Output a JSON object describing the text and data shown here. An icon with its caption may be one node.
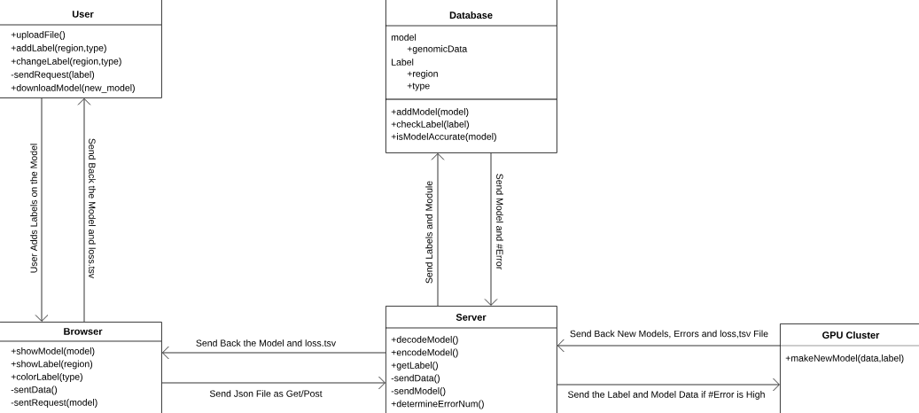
{
  "diagram": {
    "nodes": [
      {
        "text": [
          "User",
          "+uploadFile()",
          "+addLabel(region,type)",
          "+changeLabel(region,type)",
          "-sendRequest(label)",
          "+downloadModel(new_model)"
        ]
      },
      {
        "text": [
          "Database",
          "model",
          "+genomicData",
          "Label",
          "+region",
          "+type",
          "+addModel(model)",
          "+checkLabel(label)",
          "+isModelAccurate(model)"
        ]
      },
      {
        "text": [
          "Browser",
          "+showModel(model)",
          "+showLabel(region)",
          "+colorLabel(type)",
          "-sentData()",
          "-sentRequest(model)"
        ]
      },
      {
        "text": [
          "Server",
          "+decodeModel()",
          "+encodeModel()",
          "+getLabel()",
          "-sendData()",
          "-sendModel()",
          "+determineErrorNum()"
        ]
      },
      {
        "text": [
          "GPU Cluster",
          "+makeNewModel(data,label)"
        ]
      }
    ],
    "edges": [
      {
        "from": 0,
        "to": 2,
        "arrow": "to",
        "label": "User Adds Labels on the Model"
      },
      {
        "from": 2,
        "to": 0,
        "arrow": "to",
        "label": "Send Back the Model and loss.tsv"
      },
      {
        "from": 3,
        "to": 1,
        "arrow": "to",
        "label": "Send Labels and Module"
      },
      {
        "from": 1,
        "to": 3,
        "arrow": "to",
        "label": "Send Model and #Error"
      },
      {
        "from": 3,
        "to": 2,
        "arrow": "to",
        "label": "Send Back the Model and loss.tsv"
      },
      {
        "from": 2,
        "to": 3,
        "arrow": "to",
        "label": "Send Json File as Get/Post"
      },
      {
        "from": 4,
        "to": 3,
        "arrow": "to",
        "label": "Send Back New Models, Errors and loss,tsv File"
      },
      {
        "from": 3,
        "to": 4,
        "arrow": "to",
        "label": "Send the Label and Model Data if #Error is High"
      }
    ]
  }
}
